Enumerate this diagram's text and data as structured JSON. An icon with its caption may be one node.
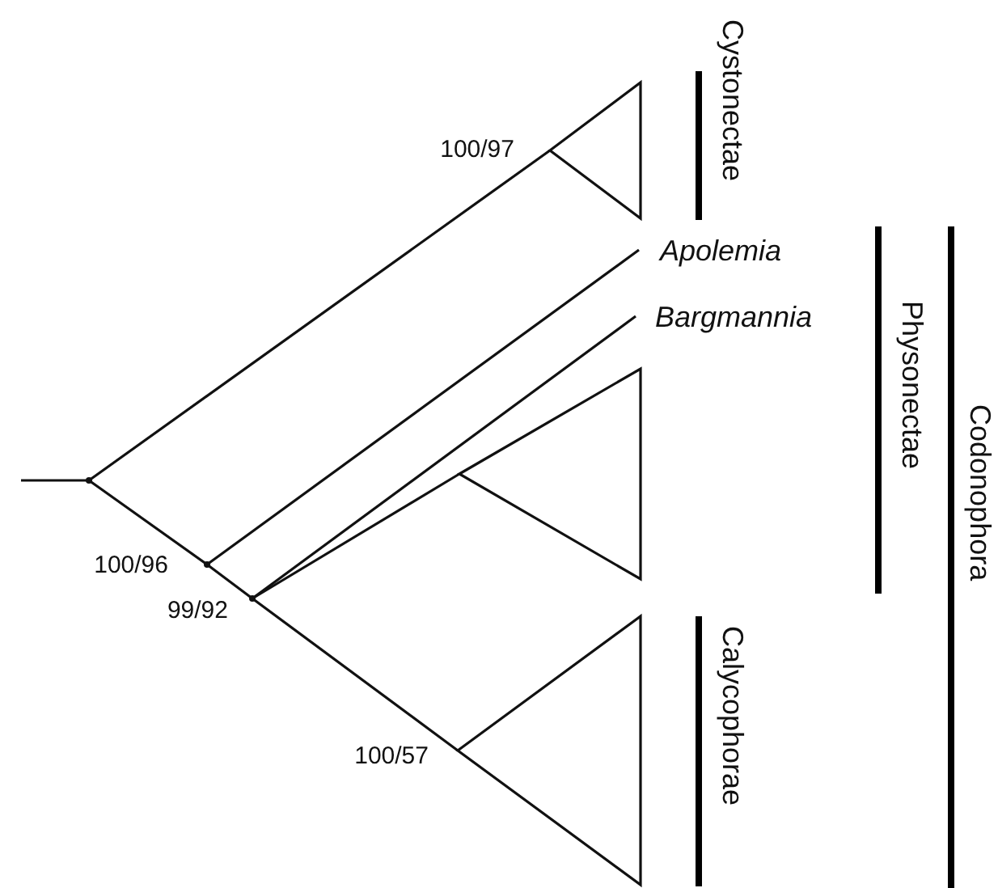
{
  "diagram": {
    "nodes": [
      {
        "text": [],
        "shape": "point"
      },
      {
        "text": [],
        "shape": "triangle",
        "beside": [
          "100/97"
        ]
      },
      {
        "text": [],
        "shape": "point",
        "beside": [
          "100/96"
        ]
      },
      {
        "text": [
          "Apolemia"
        ]
      },
      {
        "text": [],
        "shape": "point",
        "beside": [
          "99/92"
        ]
      },
      {
        "text": [
          "Bargmannia"
        ]
      },
      {
        "text": [],
        "shape": "triangle"
      },
      {
        "text": [],
        "shape": "triangle",
        "beside": [
          "100/57"
        ]
      }
    ],
    "edges": [
      {
        "from": null,
        "to": 0,
        "arrow": "none"
      },
      {
        "from": 0,
        "to": 1,
        "arrow": "none"
      },
      {
        "from": 0,
        "to": 2,
        "arrow": "none"
      },
      {
        "from": 2,
        "to": 3,
        "arrow": "none"
      },
      {
        "from": 2,
        "to": 4,
        "arrow": "none"
      },
      {
        "from": 4,
        "to": 5,
        "arrow": "none"
      },
      {
        "from": 4,
        "to": 6,
        "arrow": "none"
      },
      {
        "from": 4,
        "to": 7,
        "arrow": "none"
      }
    ],
    "labels": [
      "Cystonectae",
      "Physonectae",
      "Codonophora",
      "Calycophorae"
    ]
  }
}
